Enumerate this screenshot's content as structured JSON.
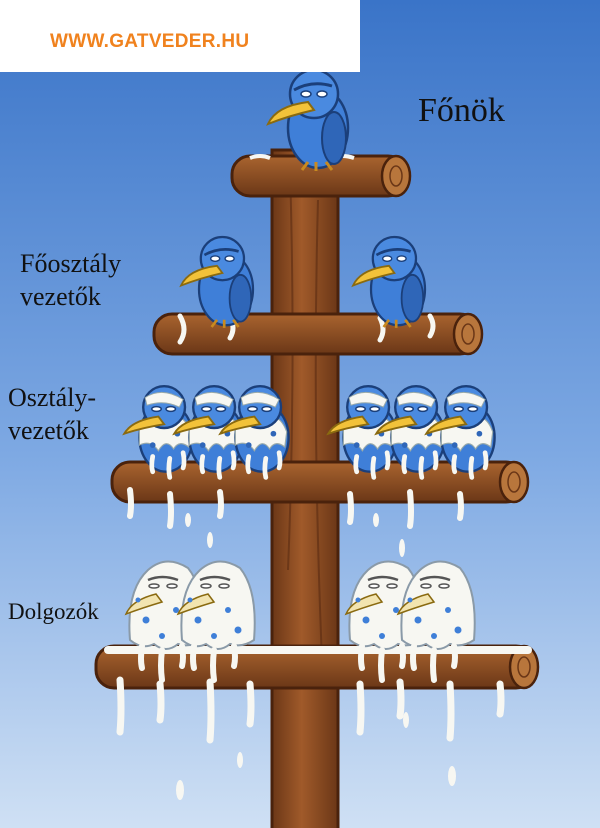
{
  "watermark": {
    "text": "WWW.GATVEDER.HU"
  },
  "labels": {
    "boss": "Főnök",
    "department_heads": {
      "line1": "Főosztály",
      "line2": "vezetők"
    },
    "section_heads": {
      "line1": "Osztály-",
      "line2": "vezetők"
    },
    "workers": "Dolgozók"
  },
  "colors": {
    "sky_top": "#3a74c8",
    "sky_bottom": "#c9ddf3",
    "wood": "#8a4a22",
    "wood_dark": "#5a2c12",
    "bird_blue": "#3f7fd8",
    "beak": "#f2c23a",
    "droppings": "#f7f7f2"
  }
}
